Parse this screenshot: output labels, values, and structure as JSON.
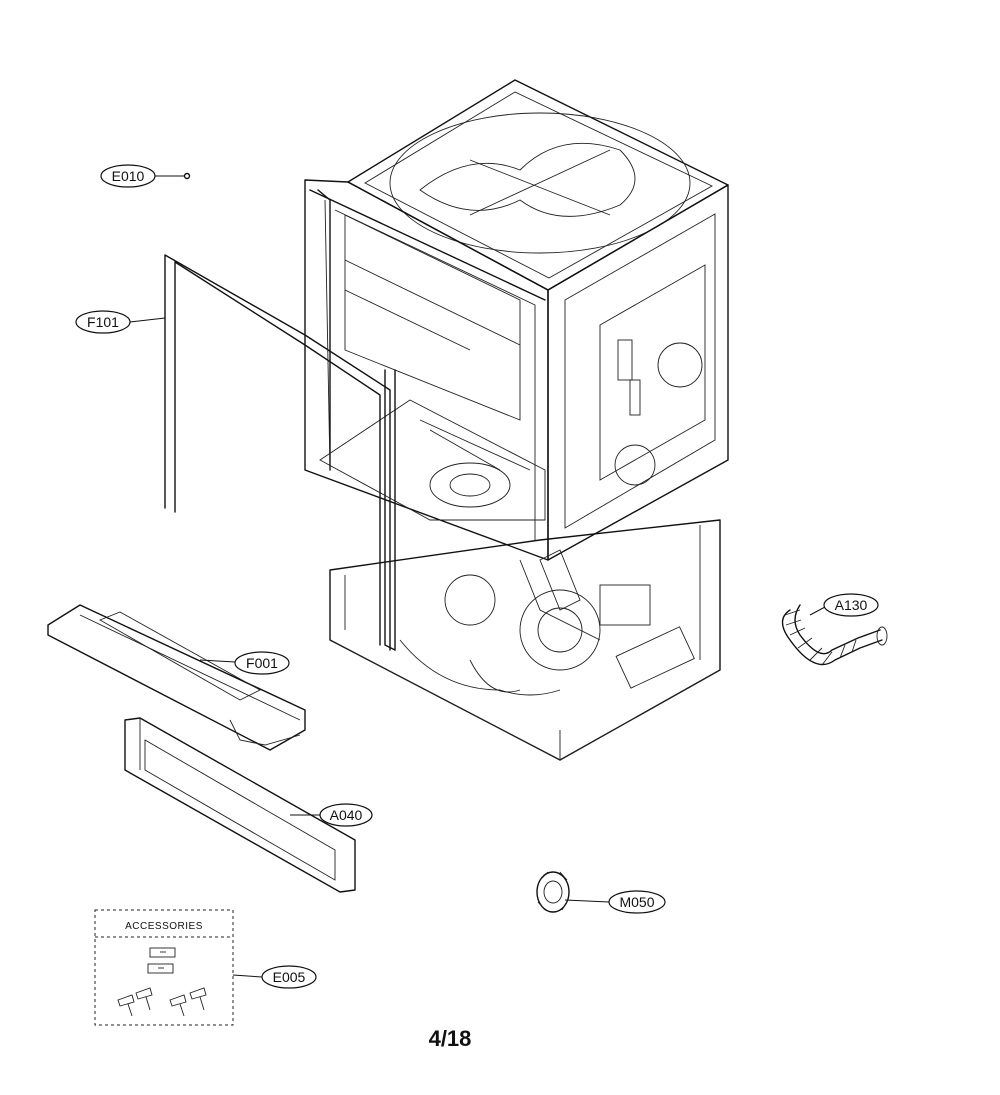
{
  "callouts": {
    "e010": "E010",
    "f101": "F101",
    "f001": "F001",
    "a040": "A040",
    "a130": "A130",
    "m050": "M050",
    "e005": "E005"
  },
  "accessories_label": "ACCESSORIES",
  "page_number": "4/18"
}
